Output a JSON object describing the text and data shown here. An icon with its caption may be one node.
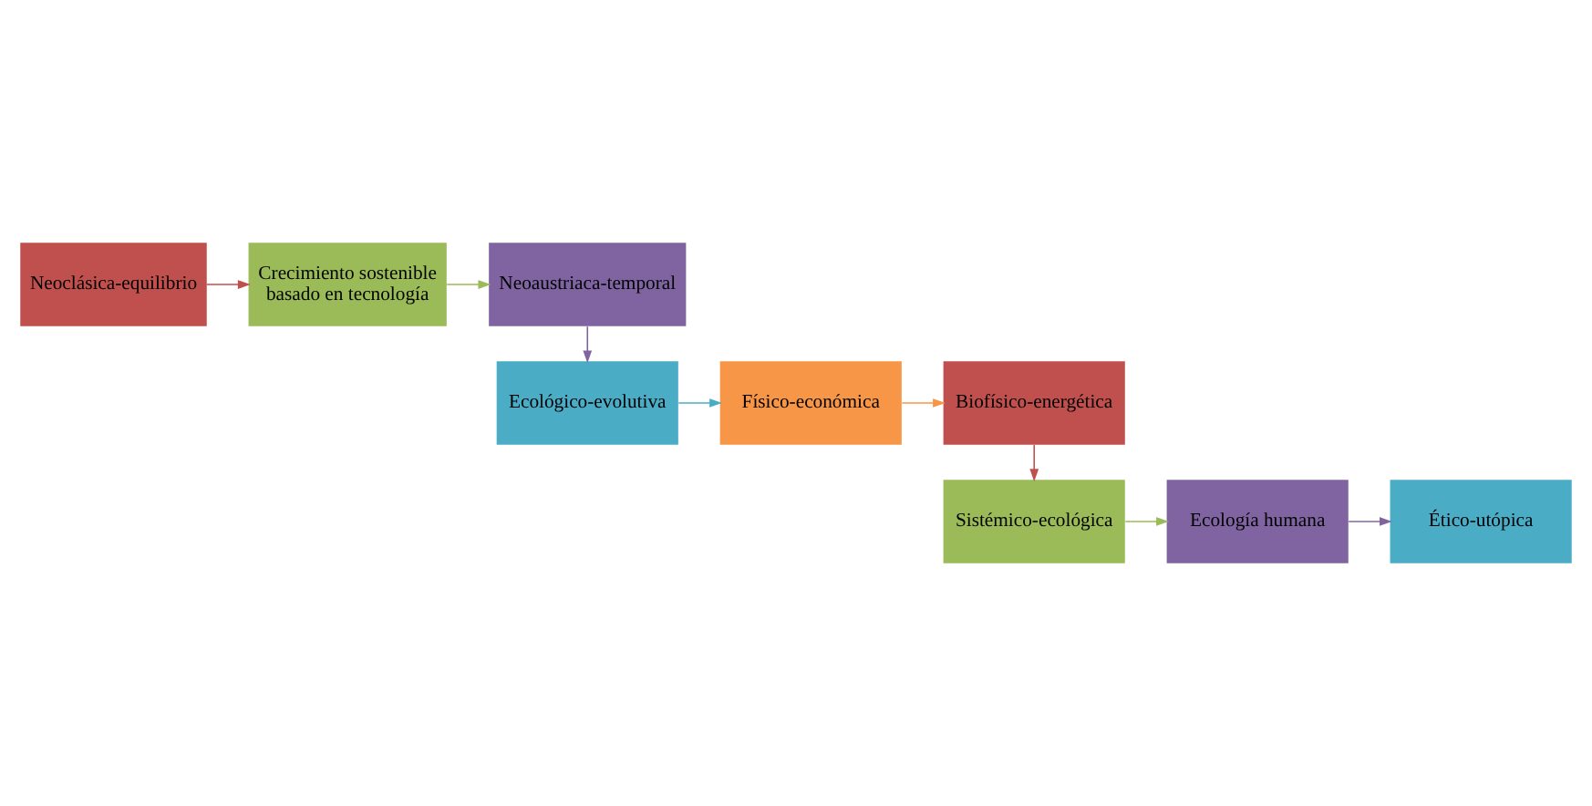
{
  "diagram": {
    "nodes": [
      {
        "text": [
          "Neoclásica-equilibrio"
        ]
      },
      {
        "text": [
          "Crecimiento sostenible basado en tecnología"
        ]
      },
      {
        "text": [
          "Neoaustriaca-temporal"
        ]
      },
      {
        "text": [
          "Ecológico-evolutiva"
        ]
      },
      {
        "text": [
          "Físico-económica"
        ]
      },
      {
        "text": [
          "Biofísico-energética"
        ]
      },
      {
        "text": [
          "Sistémico-ecológica"
        ]
      },
      {
        "text": [
          "Ecología humana"
        ]
      },
      {
        "text": [
          "Ético-utópica"
        ]
      }
    ],
    "edges": [
      {
        "from": 0,
        "to": 1,
        "arrow": "to",
        "color": "#c0504d"
      },
      {
        "from": 1,
        "to": 2,
        "arrow": "to",
        "color": "#9bbb59"
      },
      {
        "from": 2,
        "to": 3,
        "arrow": "to",
        "color": "#8064a2"
      },
      {
        "from": 3,
        "to": 4,
        "arrow": "to",
        "color": "#4bacc6"
      },
      {
        "from": 4,
        "to": 5,
        "arrow": "to",
        "color": "#f79646"
      },
      {
        "from": 5,
        "to": 6,
        "arrow": "to",
        "color": "#c0504d"
      },
      {
        "from": 6,
        "to": 7,
        "arrow": "to",
        "color": "#9bbb59"
      },
      {
        "from": 7,
        "to": 8,
        "arrow": "to",
        "color": "#8064a2"
      }
    ]
  }
}
